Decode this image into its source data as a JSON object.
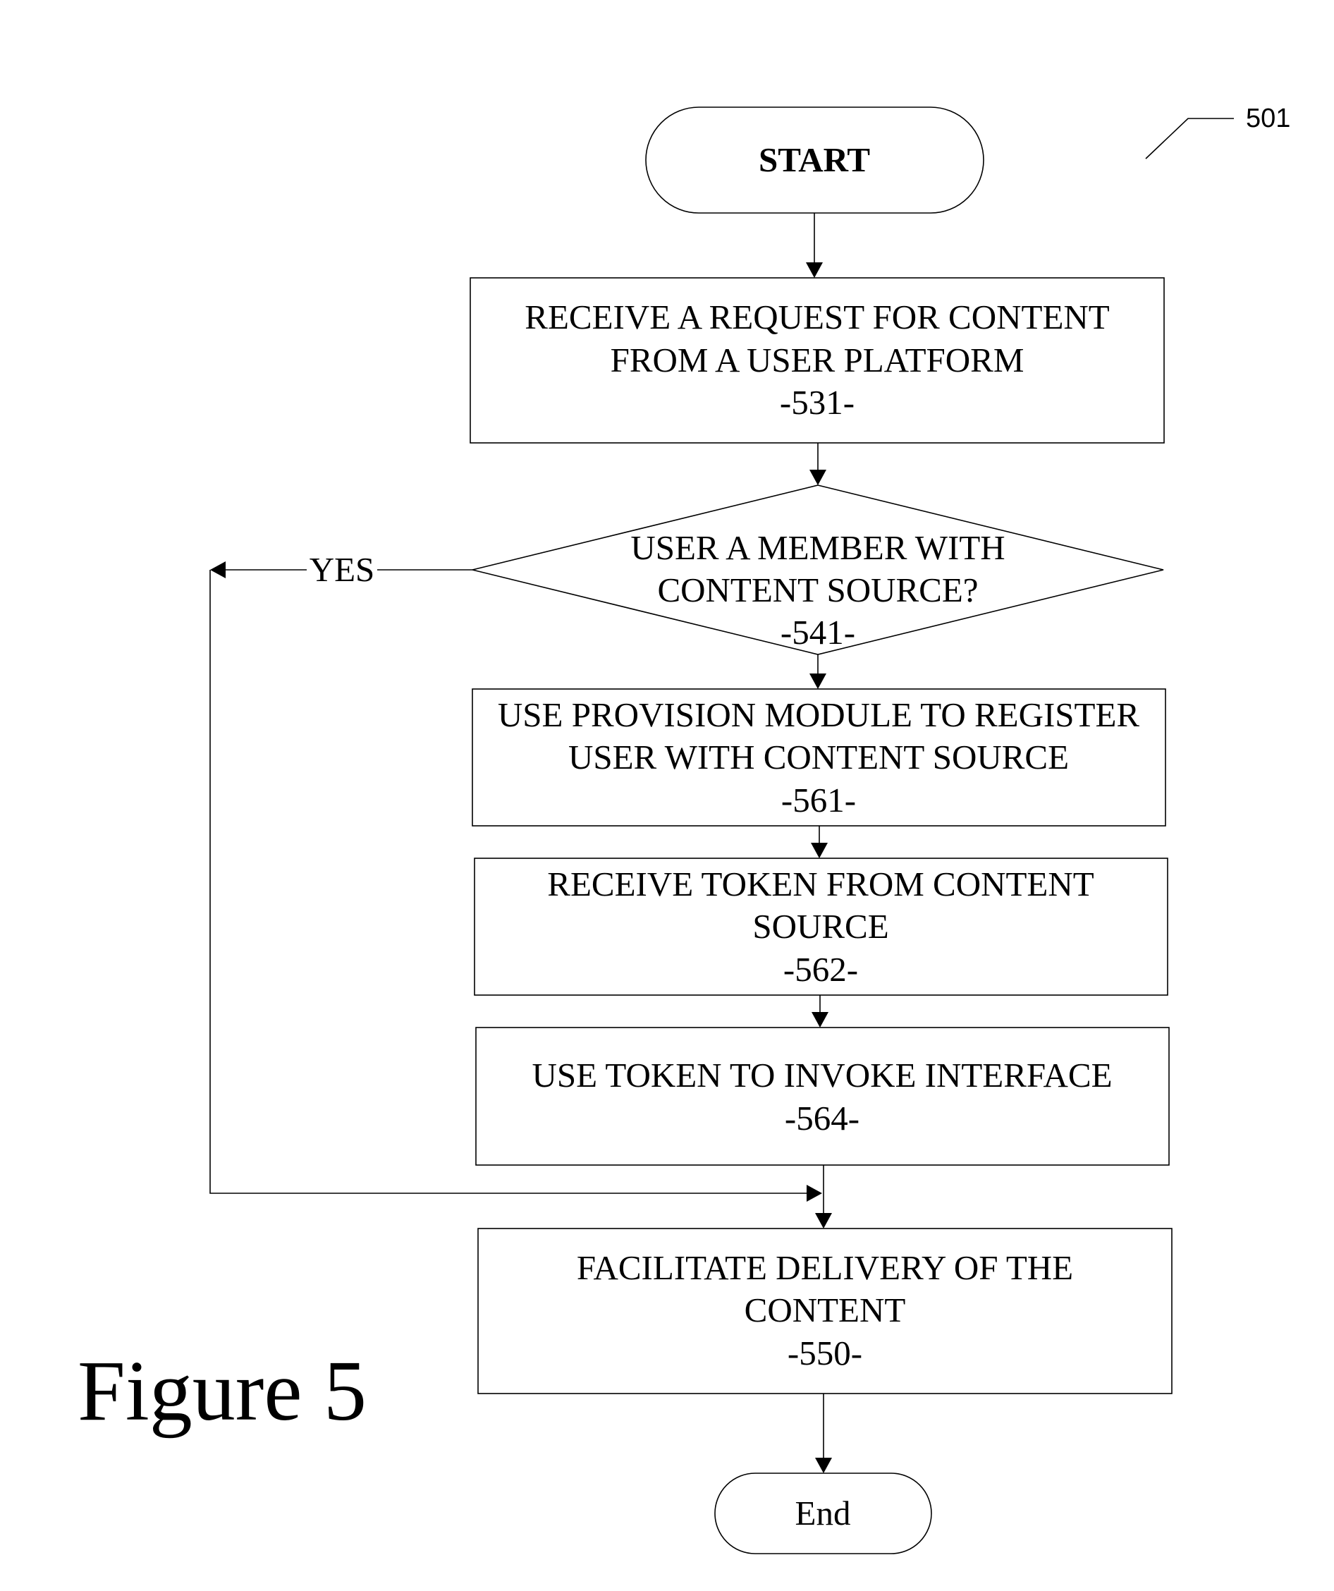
{
  "diagram": {
    "reference_number": "501",
    "caption": "Figure 5",
    "nodes": {
      "start": {
        "lines": [
          "START"
        ]
      },
      "n531": {
        "lines": [
          "RECEIVE A REQUEST FOR CONTENT",
          "FROM A USER PLATFORM",
          "-531-"
        ]
      },
      "n541": {
        "lines": [
          "USER A MEMBER WITH",
          "CONTENT SOURCE?",
          "-541-"
        ]
      },
      "n561": {
        "lines": [
          "USE PROVISION MODULE TO REGISTER",
          "USER WITH CONTENT SOURCE",
          "-561-"
        ]
      },
      "n562": {
        "lines": [
          "RECEIVE TOKEN FROM CONTENT",
          "SOURCE",
          "-562-"
        ]
      },
      "n564": {
        "lines": [
          "USE TOKEN TO INVOKE INTERFACE",
          "-564-"
        ]
      },
      "n550": {
        "lines": [
          "FACILITATE DELIVERY OF THE",
          "CONTENT",
          "-550-"
        ]
      },
      "end": {
        "lines": [
          "End"
        ]
      }
    },
    "edges": {
      "yes_label": "YES"
    }
  }
}
